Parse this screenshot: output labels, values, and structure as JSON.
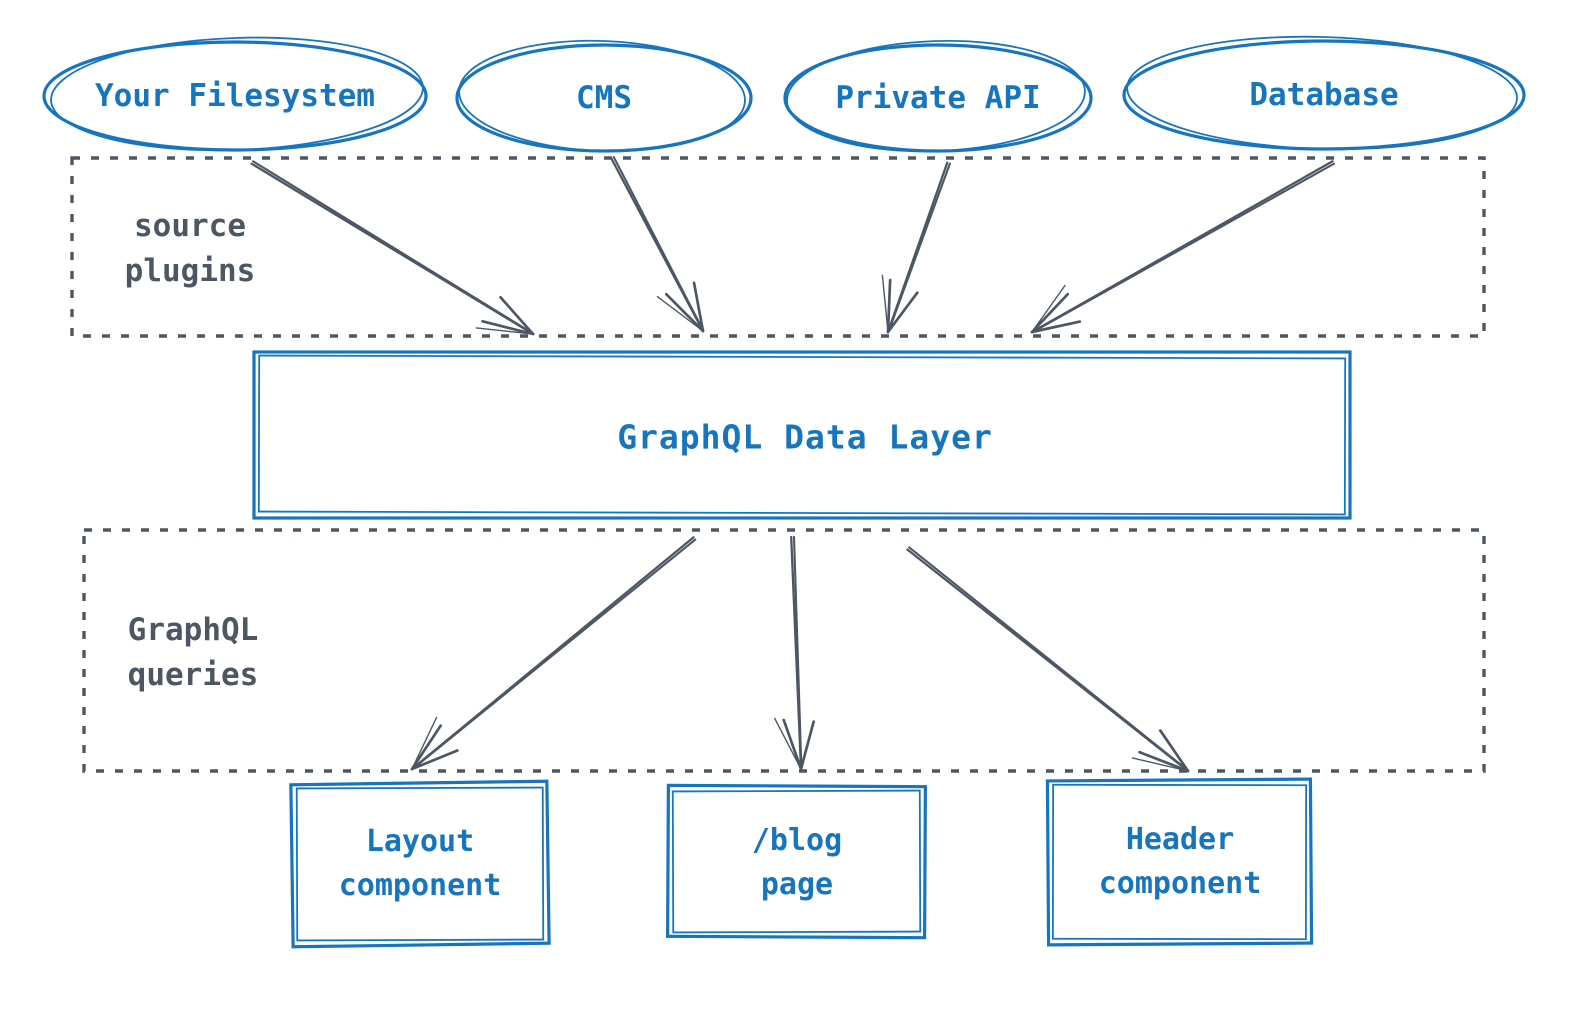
{
  "colors": {
    "accent_blue": "#1775BD",
    "ink_gray": "#4D5763",
    "background": "#FFFFFF"
  },
  "sources": [
    {
      "label": "Your Filesystem"
    },
    {
      "label": "CMS"
    },
    {
      "label": "Private API"
    },
    {
      "label": "Database"
    }
  ],
  "source_plugins_section": {
    "label_lines": [
      "source",
      "plugins"
    ]
  },
  "data_layer": {
    "label": "GraphQL Data Layer"
  },
  "graphql_queries_section": {
    "label_lines": [
      "GraphQL",
      "queries"
    ]
  },
  "outputs": [
    {
      "label_lines": [
        "Layout",
        "component"
      ]
    },
    {
      "label_lines": [
        "/blog",
        "page"
      ]
    },
    {
      "label_lines": [
        "Header",
        "component"
      ]
    }
  ]
}
